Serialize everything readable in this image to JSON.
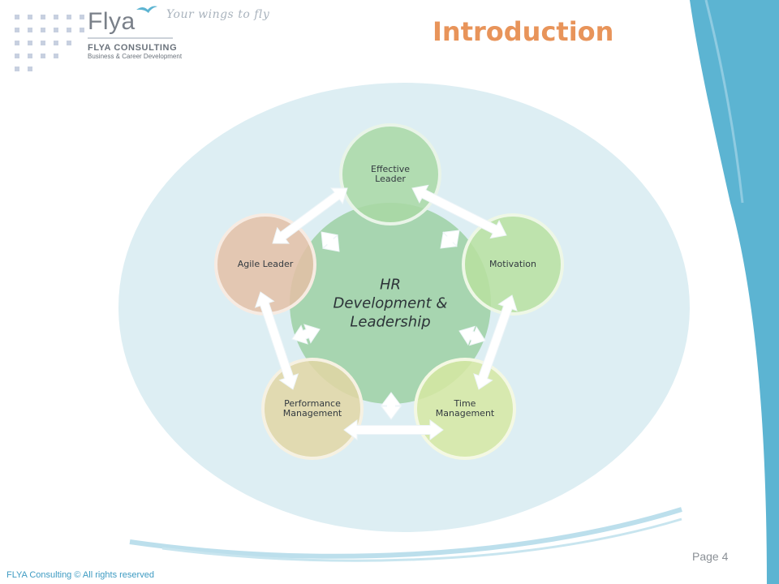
{
  "logo": {
    "name": "Flya",
    "tagline": "Your wings to fly",
    "company": "FLYA CONSULTING",
    "subtitle": "Business & Career Development"
  },
  "title": "Introduction",
  "footer": {
    "page": "Page 4",
    "copyright": "FLYA Consulting © All rights reserved"
  },
  "diagram": {
    "center": {
      "label_lines": [
        "HR",
        "Development &",
        "Leadership"
      ],
      "color": "#a7d5b0"
    },
    "nodes": [
      {
        "label_lines": [
          "Effective",
          "Leader"
        ],
        "color": "#a9d8a4",
        "ring": "#e9f4e8"
      },
      {
        "label_lines": [
          "Motivation"
        ],
        "color": "#b9e0a0",
        "ring": "#eef7e6"
      },
      {
        "label_lines": [
          "Time",
          "Management"
        ],
        "color": "#d6e8a2",
        "ring": "#f4f8e3"
      },
      {
        "label_lines": [
          "Performance",
          "Management"
        ],
        "color": "#e2d6a5",
        "ring": "#f6f1e2"
      },
      {
        "label_lines": [
          "Agile Leader"
        ],
        "color": "#e4c0a6",
        "ring": "#f7ebe2"
      }
    ]
  },
  "colors": {
    "accent": "#e8945a",
    "brand_blue": "#5cb4d2",
    "halo": "#ddeef3"
  }
}
